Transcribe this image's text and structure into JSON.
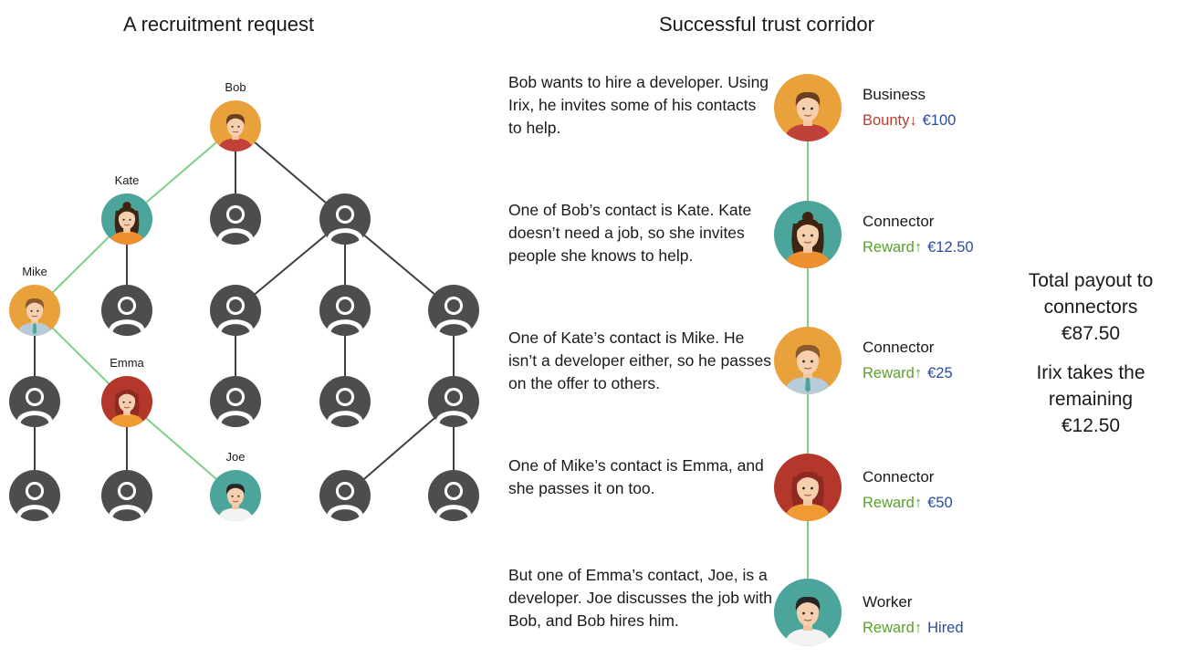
{
  "left_title": "A recruitment request",
  "right_title": "Successful trust corridor",
  "tree": {
    "names": {
      "bob": "Bob",
      "kate": "Kate",
      "mike": "Mike",
      "emma": "Emma",
      "joe": "Joe"
    },
    "colors": {
      "edge": "#3f3f3f",
      "path": "#7fcf85",
      "anon": "#4d4d4d"
    },
    "path_edges": [
      [
        "bob",
        "kate"
      ],
      [
        "kate",
        "mike"
      ],
      [
        "mike",
        "emma"
      ],
      [
        "emma",
        "joe"
      ]
    ]
  },
  "steps": [
    "Bob wants to hire a developer. Using Irix, he invites some of his contacts to help.",
    "One of Bob’s contact is Kate. Kate doesn’t need a job, so she invites people she knows to help.",
    "One of Kate’s contact is Mike. He isn’t a developer either, so he passes on the offer to others.",
    "One of Mike’s contact is Emma, and she passes it on too.",
    "But one of Emma’s contact, Joe, is a developer. Joe discusses the job with Bob, and Bob hires him."
  ],
  "corridor": [
    {
      "person": "bob",
      "title": "Business",
      "kind": "Bounty",
      "arrow": "↓",
      "amount": "€100",
      "direction": "down"
    },
    {
      "person": "kate",
      "title": "Connector",
      "kind": "Reward",
      "arrow": "↑",
      "amount": "€12.50",
      "direction": "up"
    },
    {
      "person": "mike",
      "title": "Connector",
      "kind": "Reward",
      "arrow": "↑",
      "amount": "€25",
      "direction": "up"
    },
    {
      "person": "emma",
      "title": "Connector",
      "kind": "Reward",
      "arrow": "↑",
      "amount": "€50",
      "direction": "up"
    },
    {
      "person": "joe",
      "title": "Worker",
      "kind": "Reward",
      "arrow": "↑",
      "amount": "Hired",
      "direction": "up"
    }
  ],
  "payout": {
    "line1": "Total payout to",
    "line2": "connectors",
    "line3": "€87.50",
    "line4": "Irix takes the",
    "line5": "remaining",
    "line6": "€12.50"
  },
  "colors": {
    "bounty": "#c0392b",
    "reward": "#5aa02c",
    "amount": "#2a4d9a"
  }
}
